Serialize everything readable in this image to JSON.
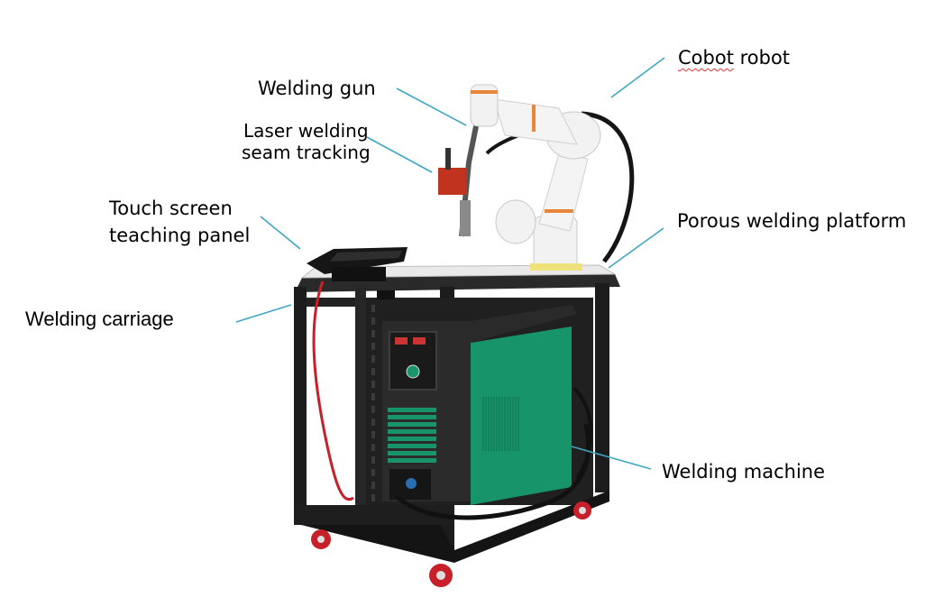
{
  "labels": {
    "cobot": {
      "word": "Cobot",
      "rest": " robot"
    },
    "welding_gun": "Welding gun",
    "laser_tracking": {
      "line1": "Laser welding",
      "line2": "seam tracking"
    },
    "touch_panel": {
      "line1": "Touch screen",
      "line2": "teaching panel"
    },
    "porous_platform": "Porous welding platform",
    "welding_carriage": "Welding carriage",
    "welding_machine": "Welding machine"
  },
  "colors": {
    "leader_line": "#3fa7c2",
    "cart_frame": "#1c1c1c",
    "machine_green": "#17946a",
    "robot_white": "#f2f2f2",
    "robot_accent": "#e8873a",
    "caster_red": "#c8202a",
    "cable_red": "#c8202a",
    "laser_sensor_red": "#c0341f"
  }
}
